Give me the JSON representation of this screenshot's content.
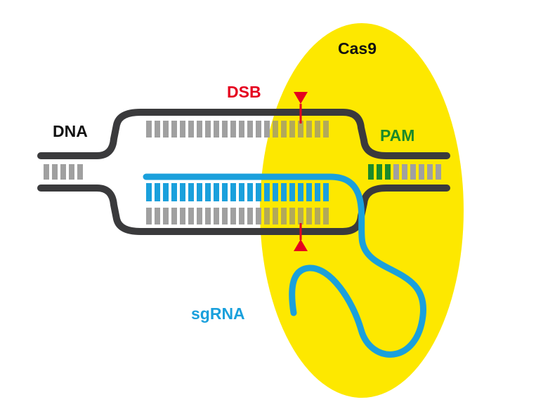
{
  "labels": {
    "cas9": "Cas9",
    "dsb": "DSB",
    "dna": "DNA",
    "pam": "PAM",
    "sgrna": "sgRNA"
  },
  "colors": {
    "cas9": "#fde800",
    "dsb": "#e5001e",
    "dna": "#3a3a3c",
    "pam": "#1a8a2a",
    "sgrna": "#1aa0dc",
    "base_pair": "#a0a0a0",
    "base_pair_in_cas9": "#b2a95a",
    "label_text": "#111111"
  }
}
